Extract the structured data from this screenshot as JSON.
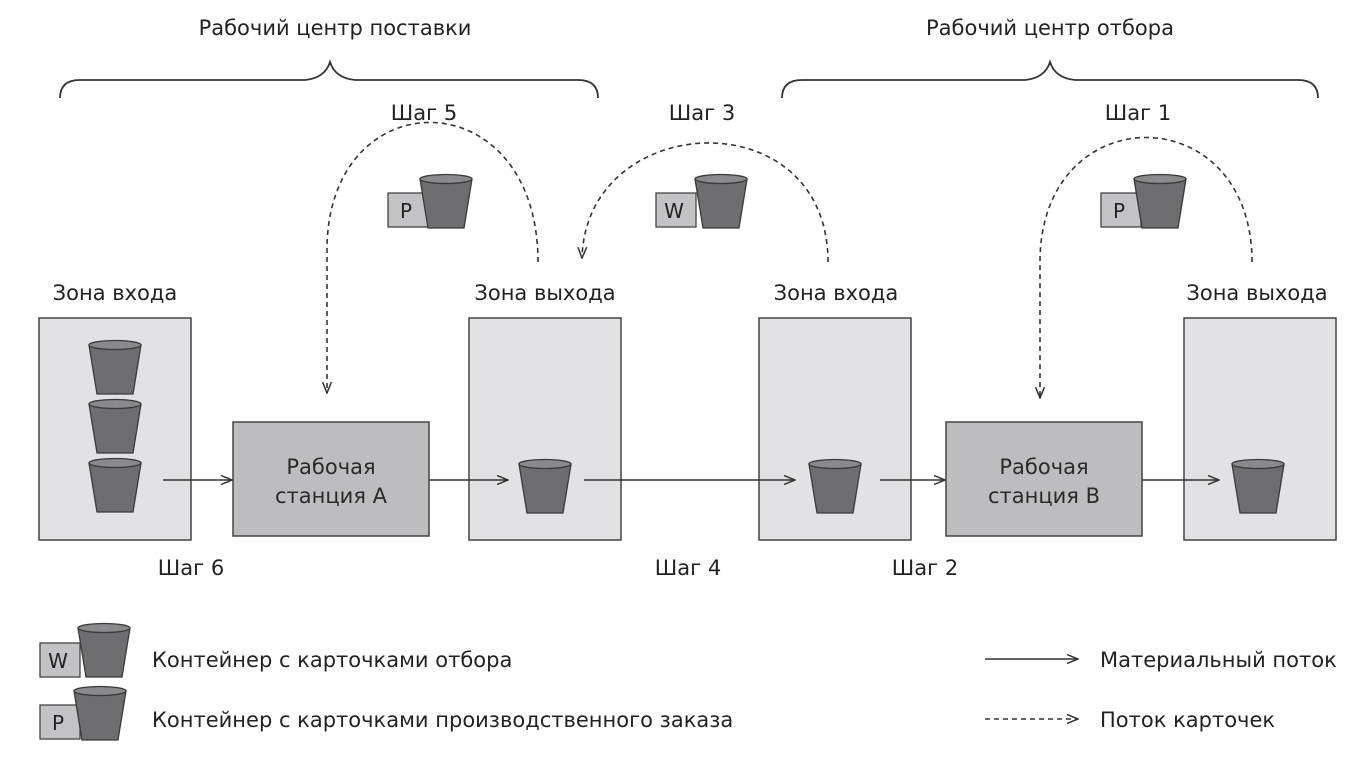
{
  "groups": {
    "supply_center": "Рабочий центр поставки",
    "pick_center": "Рабочий центр отбора"
  },
  "zones": {
    "input_1": "Зона входа",
    "output_1": "Зона выхода",
    "input_2": "Зона входа",
    "output_2": "Зона выхода"
  },
  "stations": {
    "a_line1": "Рабочая",
    "a_line2": "станция А",
    "b_line1": "Рабочая",
    "b_line2": "станция В"
  },
  "steps": {
    "step1": "Шаг 1",
    "step2": "Шаг 2",
    "step3": "Шаг 3",
    "step4": "Шаг 4",
    "step5": "Шаг 5",
    "step6": "Шаг 6"
  },
  "cards": {
    "withdrawal": "W",
    "production": "P"
  },
  "legend": {
    "withdrawal_container": "Контейнер с карточками отбора",
    "production_container": "Контейнер с карточками производственного заказа",
    "material_flow": "Материальный поток",
    "card_flow": "Поток карточек"
  },
  "colors": {
    "zone_fill": "#e2e2e4",
    "station_fill": "#bdbdbf",
    "bin_fill": "#6e6e70",
    "card_fill": "#c3c3c5",
    "line": "#333333"
  },
  "icons": {
    "bin": "container-bin-icon",
    "arrow": "arrowhead-icon"
  }
}
